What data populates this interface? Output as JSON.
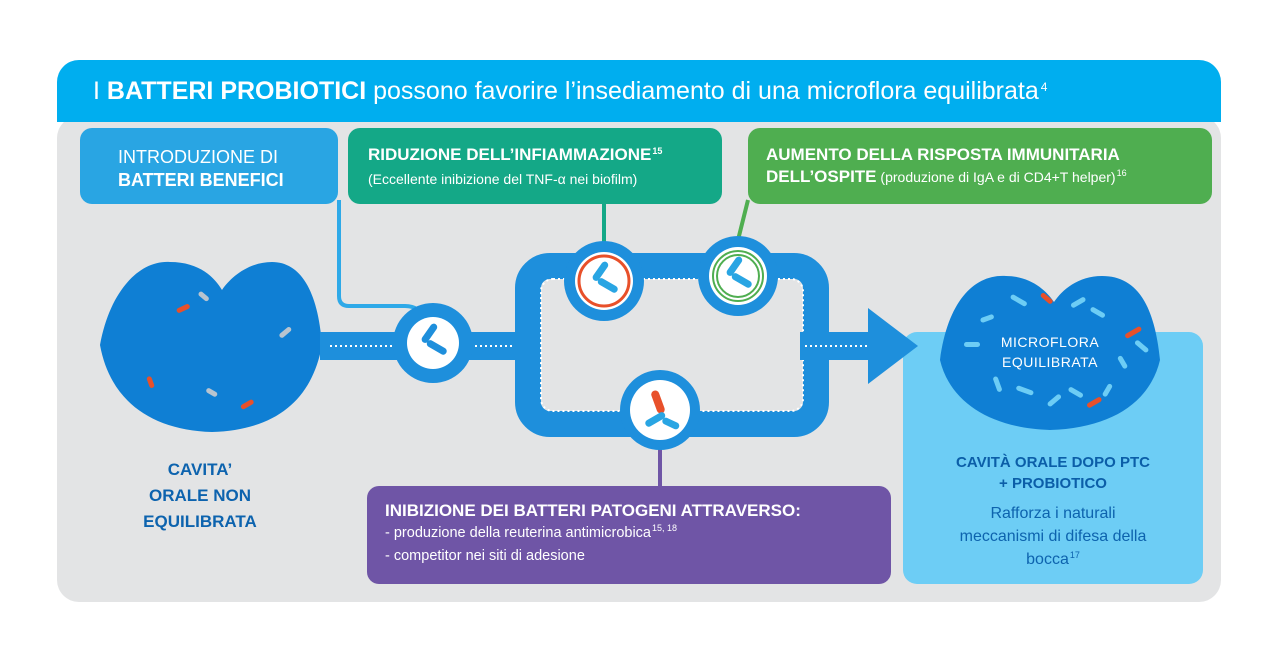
{
  "header": {
    "prefix": "I",
    "bold": "BATTERI PROBIOTICI",
    "rest": "possono favorire l’insediamento di una microflora equilibrata",
    "sup": "4"
  },
  "intro_box": {
    "line1": "INTRODUZIONE DI",
    "line2": "BATTERI BENEFICI"
  },
  "inflammation_box": {
    "title": "RIDUZIONE DELL’INFIAMMAZIONE",
    "title_sup": "15",
    "desc": "(Eccellente inibizione del TNF-α nei biofilm)"
  },
  "immune_box": {
    "title": "AUMENTO DELLA RISPOSTA IMMUNITARIA",
    "title2": "DELL’OSPITE",
    "desc": "(produzione di IgA e di CD4+T helper)",
    "desc_sup": "16"
  },
  "inhibition_box": {
    "title": "INIBIZIONE DEI BATTERI PATOGENI ATTRAVERSO:",
    "item1": "- produzione della reuterina antimicrobica",
    "item1_sup": "15, 18",
    "item2": "- competitor nei siti di adesione"
  },
  "left_label": {
    "line1": "CAVITA’",
    "line2": "ORALE NON",
    "line3": "EQUILIBRATA"
  },
  "result": {
    "micro_line1": "MICROFLORA",
    "micro_line2": "EQUILIBRATA",
    "title_line1": "CAVITÀ ORALE DOPO PTC",
    "title_line2": "+ PROBIOTICO",
    "desc_line1": "Rafforza i naturali",
    "desc_line2": "meccanismi di difesa della",
    "desc_line3": "bocca",
    "desc_sup": "17"
  },
  "colors": {
    "header": "#00aeef",
    "intro": "#29a5e3",
    "inflammation": "#14a887",
    "immune": "#4fae50",
    "inhibition": "#6f55a6",
    "result_panel": "#6dcdf5",
    "flow": "#1e8fdc",
    "mouth": "#0f7fd4",
    "pathogen": "#e8502a"
  }
}
